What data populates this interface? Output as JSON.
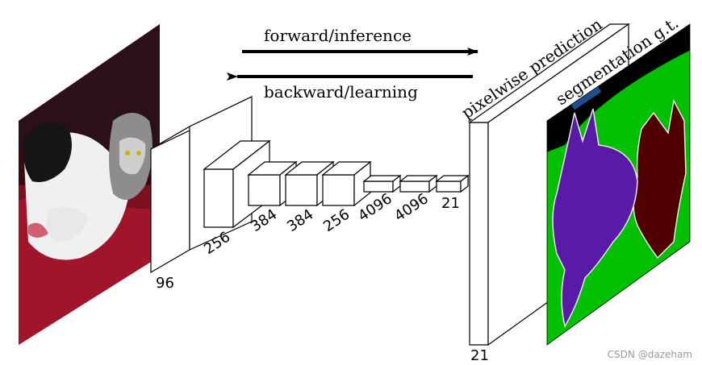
{
  "labels": {
    "forward": "forward/inference",
    "backward": "backward/learning",
    "pixelwise": "pixelwise prediction",
    "segmentation": "segmentation g.t."
  },
  "layers": {
    "l96": "96",
    "l256a": "256",
    "l384a": "384",
    "l384b": "384",
    "l256b": "256",
    "l4096a": "4096",
    "l4096b": "4096",
    "l21a": "21",
    "l21b": "21"
  },
  "watermark": "CSDN @dazeham",
  "colors": {
    "seg_background": "#00c000",
    "seg_dog": "#5a1aa8",
    "seg_cat": "#500000",
    "seg_outline": "#000000",
    "seg_label_bar": "#1f4e8c"
  }
}
